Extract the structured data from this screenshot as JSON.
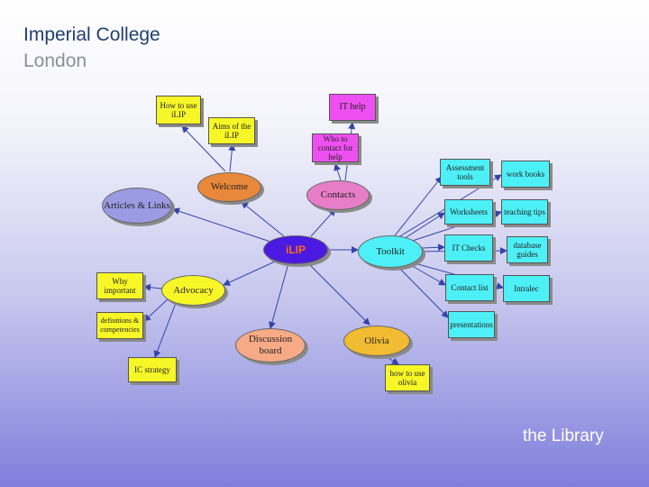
{
  "header": {
    "line1": "Imperial College",
    "line2": "London"
  },
  "footer": {
    "text": "the Library"
  },
  "nodes": {
    "how_to_use_ilip": "How to use iLIP",
    "aims_ilip": "Aims of the iLIP",
    "it_help": "IT help",
    "who_to_contact": "Who to contact for help",
    "assessment_tools": "Assessment tools",
    "work_books": "work books",
    "welcome": "Welcome",
    "contacts": "Contacts",
    "articles_links": "Articles & Links",
    "worksheets": "Worksheets",
    "teaching_tips": "teaching tips",
    "ilip": "iLIP",
    "toolkit": "Toolkit",
    "it_checks": "IT Checks",
    "database_guides": "database guides",
    "why_important": "Why important",
    "advocacy": "Advocacy",
    "contact_list": "Contact list",
    "intralec": "Intralec",
    "definitions": "definitions & competencies",
    "presentations": "presentations",
    "discussion_board": "Discussion board",
    "olivia": "Olivia",
    "ic_strategy": "IC strategy",
    "how_to_use_olivia": "how to use olivia"
  },
  "colors": {
    "yellow": "#f7f727",
    "magenta": "#ee4ff0",
    "cyan": "#4ef0f7",
    "orange": "#e8883a",
    "pink": "#e87ec8",
    "lavender": "#9b9be3",
    "peach": "#f6aa86",
    "gold": "#f1bb32",
    "ilip_fill": "#4a1ae0",
    "ilip_text": "#ff6a10"
  }
}
